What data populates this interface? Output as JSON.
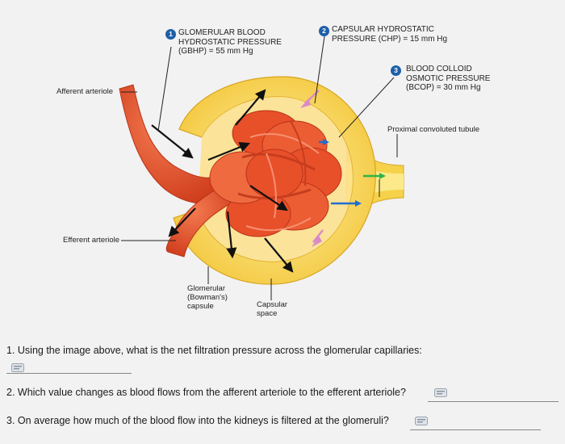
{
  "labels": {
    "gbhp": [
      "GLOMERULAR BLOOD",
      "HYDROSTATIC PRESSURE",
      "(GBHP) = 55 mm Hg"
    ],
    "chp": [
      "CAPSULAR HYDROSTATIC",
      "PRESSURE (CHP) = 15 mm Hg"
    ],
    "bcop": [
      "BLOOD COLLOID",
      "OSMOTIC PRESSURE",
      "(BCOP) = 30 mm Hg"
    ],
    "afferent": "Afferent arteriole",
    "efferent": "Efferent arteriole",
    "pct": "Proximal convoluted tubule",
    "glomerular_capsule": [
      "Glomerular",
      "(Bowman's)",
      "capsule"
    ],
    "capsular_space": [
      "Capsular",
      "space"
    ]
  },
  "badges": [
    "1",
    "2",
    "3"
  ],
  "questions": [
    "1. Using the image above, what is the net filtration pressure across the glomerular capillaries:",
    "2. Which value changes as blood flows from the afferent arteriole to the efferent arteriole?",
    "3. On average how much of the blood flow into the kidneys is filtered at the glomeruli?"
  ],
  "colors": {
    "vessel": "#e8502a",
    "vessel_dark": "#b83318",
    "capsule_outer": "#f5d24a",
    "capsule_inner": "#fbe98a",
    "arrow_blue": "#1e6fd0",
    "arrow_pink": "#d98ac8",
    "arrow_green": "#2fb34a",
    "badge_blue": "#1d5fa8"
  }
}
